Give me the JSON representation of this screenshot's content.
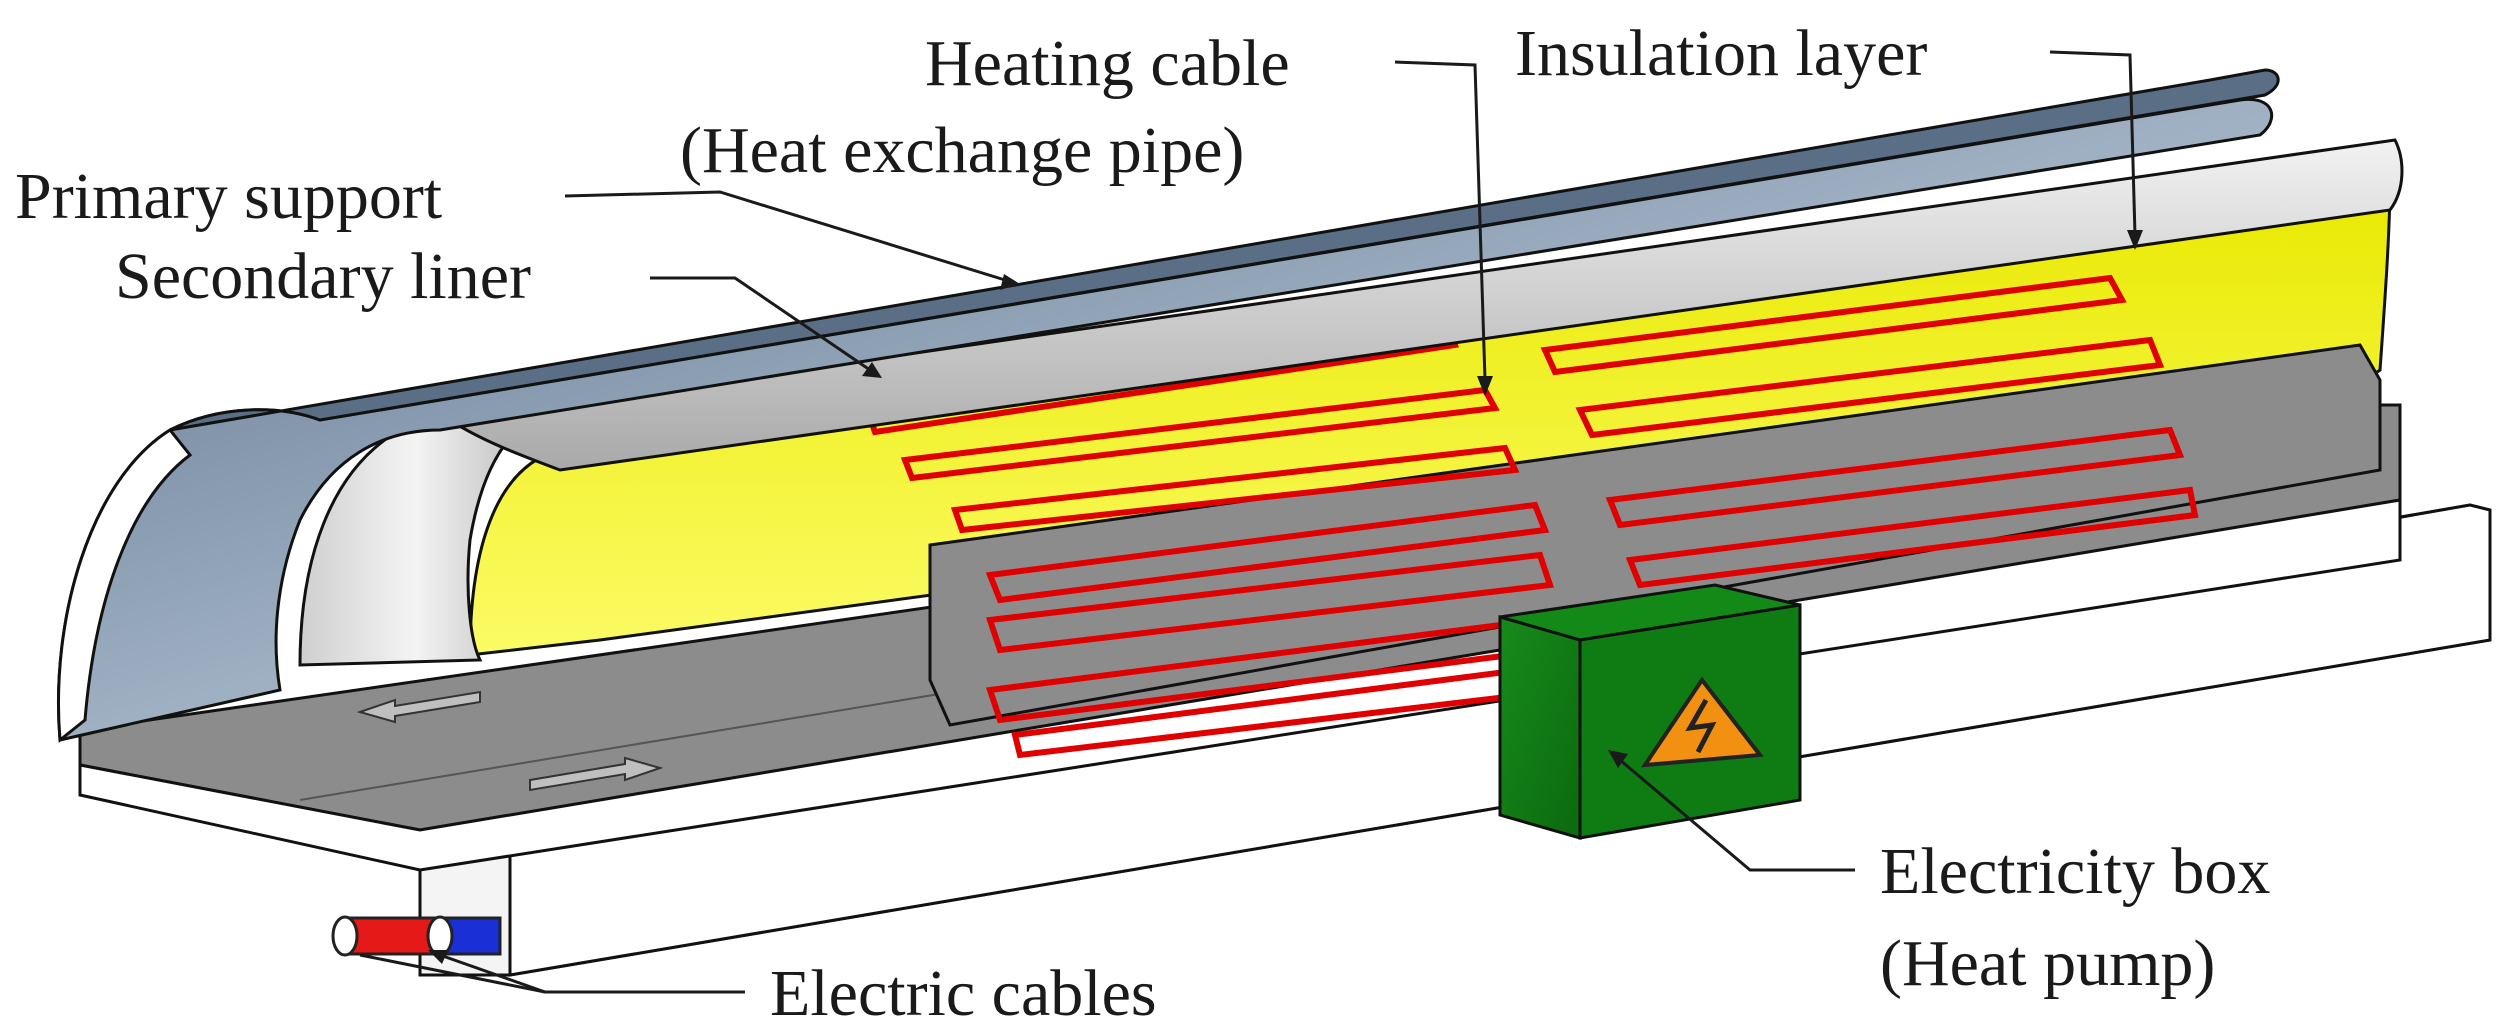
{
  "labels": {
    "heating_cable_line1": "Heating cable",
    "heating_cable_line2": "(Heat exchange pipe)",
    "insulation_layer": "Insulation layer",
    "primary_support": "Primary support",
    "secondary_liner": "Secondary liner",
    "electricity_box_line1": "Electricity box",
    "electricity_box_line2": "(Heat pump)",
    "electric_cables": "Electric cables"
  },
  "icons": {
    "warning_symbol": "high-voltage-warning-icon",
    "lane_arrows": "direction-arrow-icon"
  },
  "colors": {
    "primary_support": "#7f93a8",
    "secondary_liner": "#e6e6e6",
    "insulation_layer": "#f5f500",
    "heating_cable": "#e00000",
    "road_deck": "#8c8c8c",
    "electricity_box": "#0e7a12",
    "warning_sign": "#f29111",
    "cable_red": "#e61919",
    "cable_blue": "#1a2fd6"
  }
}
